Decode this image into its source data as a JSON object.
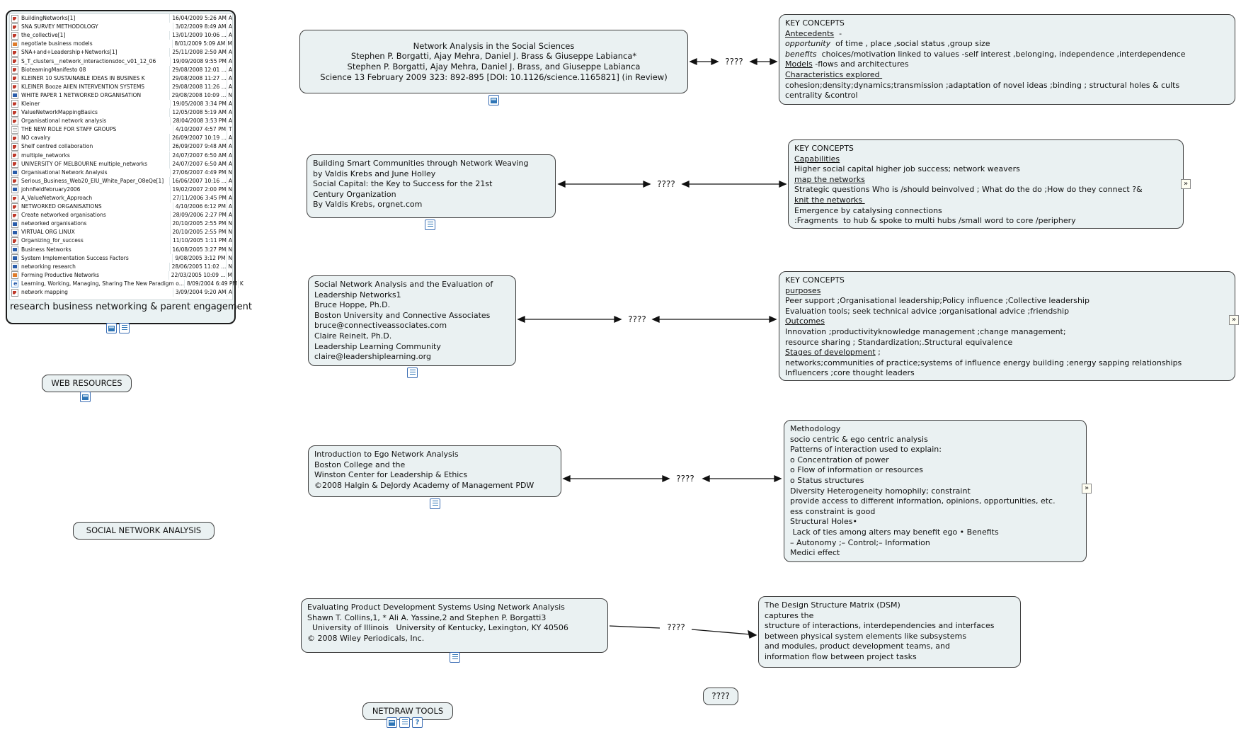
{
  "palette": {
    "node_fill": "#eaf1f2",
    "node_border": "#3d3d3d",
    "arrow": "#111111",
    "resource_blue": "#3c6eb4",
    "jump_bg": "#fffef2"
  },
  "link_label": "????",
  "file_panel": {
    "caption": "research business networking & parent engagement",
    "files": [
      {
        "name": "BuildingNetworks[1]",
        "date": "16/04/2009 5:26 AM",
        "type": "pdf",
        "type_letter": "A"
      },
      {
        "name": "SNA SURVEY METHODOLOGY",
        "date": "3/02/2009 8:49 AM",
        "type": "pdf",
        "type_letter": "A"
      },
      {
        "name": "the_collective[1]",
        "date": "13/01/2009 10:06 ...",
        "type": "pdf",
        "type_letter": "A"
      },
      {
        "name": "negotiate business models",
        "date": "8/01/2009 5:09 AM",
        "type": "olddoc",
        "type_letter": "M"
      },
      {
        "name": "SNA+and+Leadership+Networks[1]",
        "date": "25/11/2008 2:50 AM",
        "type": "pdf",
        "type_letter": "A"
      },
      {
        "name": "S_T_clusters__network_interactionsdoc_v01_12_06",
        "date": "19/09/2008 9:55 PM",
        "type": "pdf",
        "type_letter": "A"
      },
      {
        "name": "BioteamingManifesto 08",
        "date": "29/08/2008 12:01 ...",
        "type": "pdf",
        "type_letter": "A"
      },
      {
        "name": "KLEINER 10 SUSTAINABLE IDEAS IN BUSINES K",
        "date": "29/08/2008 11:27 ...",
        "type": "pdf",
        "type_letter": "A"
      },
      {
        "name": "KLEINER Booze AllEN INTERVENTION SYSTEMS",
        "date": "29/08/2008 11:26 ...",
        "type": "pdf",
        "type_letter": "A"
      },
      {
        "name": "WHITE PAPER 1 NETWORKED ORGANISATION",
        "date": "29/08/2008 10:09 ...",
        "type": "doc",
        "type_letter": "N"
      },
      {
        "name": "Kleiner",
        "date": "19/05/2008 3:34 PM",
        "type": "pdf",
        "type_letter": "A"
      },
      {
        "name": "ValueNetworkMappingBasics",
        "date": "12/05/2008 5:19 AM",
        "type": "pdf",
        "type_letter": "A"
      },
      {
        "name": "Organisational network analysis",
        "date": "28/04/2008 3:53 PM",
        "type": "pdf",
        "type_letter": "A"
      },
      {
        "name": "THE NEW ROLE FOR STAFF GROUPS",
        "date": "4/10/2007 4:57 PM",
        "type": "txt",
        "type_letter": "T"
      },
      {
        "name": "NO cavalry",
        "date": "26/09/2007 10:19 ...",
        "type": "pdf",
        "type_letter": "A"
      },
      {
        "name": "Shelf centred collaboration",
        "date": "26/09/2007 9:48 AM",
        "type": "pdf",
        "type_letter": "A"
      },
      {
        "name": "multiple_networks",
        "date": "24/07/2007 6:50 AM",
        "type": "pdf",
        "type_letter": "A"
      },
      {
        "name": "UNIVERSITY OF MELBOURNE multiple_networks",
        "date": "24/07/2007 6:50 AM",
        "type": "pdf",
        "type_letter": "A"
      },
      {
        "name": "Organisational Network Analysis",
        "date": "27/06/2007 4:49 PM",
        "type": "doc",
        "type_letter": "N"
      },
      {
        "name": "Serious_Business_Web20_EIU_White_Paper_O8eQe[1]",
        "date": "16/06/2007 10:16 ...",
        "type": "pdf",
        "type_letter": "A"
      },
      {
        "name": "johnfieldfebruary2006",
        "date": "19/02/2007 2:00 PM",
        "type": "doc",
        "type_letter": "N"
      },
      {
        "name": "A_ValueNetwork_Approach",
        "date": "27/11/2006 3:45 PM",
        "type": "pdf",
        "type_letter": "A"
      },
      {
        "name": "NETWORKED ORGANISATIONS",
        "date": "4/10/2006 6:12 PM",
        "type": "pdf",
        "type_letter": "A"
      },
      {
        "name": "Create networked organisations",
        "date": "28/09/2006 2:27 PM",
        "type": "pdf",
        "type_letter": "A"
      },
      {
        "name": "networked organisations",
        "date": "20/10/2005 2:55 PM",
        "type": "doc",
        "type_letter": "N"
      },
      {
        "name": "VIRTUAL ORG LINUX",
        "date": "20/10/2005 2:55 PM",
        "type": "doc",
        "type_letter": "N"
      },
      {
        "name": "Organizing_for_success",
        "date": "11/10/2005 1:11 PM",
        "type": "pdf",
        "type_letter": "A"
      },
      {
        "name": "Business Networks",
        "date": "16/08/2005 3:27 PM",
        "type": "doc",
        "type_letter": "N"
      },
      {
        "name": "System Implementation Success Factors",
        "date": "9/08/2005 3:12 PM",
        "type": "doc",
        "type_letter": "N"
      },
      {
        "name": "networking research",
        "date": "28/06/2005 11:02 ...",
        "type": "doc",
        "type_letter": "N"
      },
      {
        "name": "Forming Productive Networks",
        "date": "22/03/2005 10:09 ...",
        "type": "olddoc",
        "type_letter": "M"
      },
      {
        "name": "Learning, Working, Managing, Sharing The New Paradigm o...",
        "date": "8/09/2004 6:49 PM",
        "type": "html",
        "type_letter": "K"
      },
      {
        "name": "network mapping",
        "date": "3/09/2004 9:20 AM",
        "type": "pdf",
        "type_letter": "A"
      }
    ]
  },
  "nodes": {
    "article1": {
      "lines": [
        "Network Analysis in the Social Sciences",
        "Stephen P. Borgatti, Ajay Mehra, Daniel J. Brass & Giuseppe Labianca*",
        "Stephen P. Borgatti, Ajay Mehra, Daniel J. Brass, and Giuseppe Labianca",
        "Science 13 February 2009 323: 892-895 [DOI: 10.1126/science.1165821] (in Review)"
      ]
    },
    "kc1": {
      "lines": [
        "KEY CONCEPTS",
        [
          {
            "t": "Antecedents",
            "s": "u"
          },
          {
            "t": "  -"
          }
        ],
        [
          {
            "t": "opportunity",
            "s": "i"
          },
          {
            "t": "  of time , place ,social status ,group size"
          }
        ],
        [
          {
            "t": "benefits",
            "s": "i"
          },
          {
            "t": "  choices/motivation linked to values -self interest ,belonging, independence ,interdependence"
          }
        ],
        [
          {
            "t": "Models",
            "s": "u"
          },
          {
            "t": " -flows and architectures"
          }
        ],
        [
          {
            "t": "Characteristics explored ",
            "s": "u"
          }
        ],
        "cohesion;density;dynamics;transmission ;adaptation of novel ideas ;binding ; structural holes & cults",
        "centrality &control"
      ]
    },
    "article2": {
      "lines": [
        "Building Smart Communities through Network Weaving",
        "by Valdis Krebs and June Holley",
        "Social Capital: the Key to Success for the 21st",
        "Century Organization",
        "By Valdis Krebs, orgnet.com"
      ]
    },
    "kc2": {
      "lines": [
        "KEY CONCEPTS",
        [
          {
            "t": "Capabilities",
            "s": "u"
          }
        ],
        "Higher social capital higher job success; network weavers",
        [
          {
            "t": "map the networks",
            "s": "u"
          }
        ],
        "Strategic questions Who is /should beinvolved ; What do the do ;How do they connect ?&",
        [
          {
            "t": "knit the networks ",
            "s": "u"
          }
        ],
        "Emergence by catalysing connections",
        ":Fragments  to hub & spoke to multi hubs /small word to core /periphery"
      ]
    },
    "article3": {
      "lines": [
        "Social Network Analysis and the Evaluation of",
        "Leadership Networks1",
        "Bruce Hoppe, Ph.D.",
        "Boston University and Connective Associates",
        "bruce@connectiveassociates.com",
        "Claire Reinelt, Ph.D.",
        "Leadership Learning Community",
        "claire@leadershiplearning.org"
      ]
    },
    "kc3": {
      "lines": [
        "KEY CONCEPTS",
        [
          {
            "t": "purposes",
            "s": "u"
          }
        ],
        "Peer support ;Organisational leadership;Policy influence ;Collective leadership",
        "Evaluation tools; seek technical advice ;organisational advice ;friendship",
        [
          {
            "t": "Outcomes",
            "s": "u"
          }
        ],
        "Innovation ;productivityknowledge management ;change management;",
        "resource sharing ; Standardization;.Structural equivalence",
        [
          {
            "t": "Stages of development",
            "s": "u"
          },
          {
            "t": " ;"
          }
        ],
        "networks;communities of practice;systems of influence energy building ;energy sapping relationships",
        "Influencers ;core thought leaders"
      ]
    },
    "ego": {
      "lines": [
        "Introduction to Ego Network Analysis",
        "Boston College and the",
        "Winston Center for Leadership & Ethics",
        "©2008 Halgin & DeJordy Academy of Management PDW"
      ]
    },
    "methodology": {
      "lines": [
        "Methodology",
        "socio centric & ego centric analysis",
        "Patterns of interaction used to explain:",
        "o Concentration of power",
        "o Flow of information or resources",
        "o Status structures",
        "Diversity Heterogeneity homophily; constraint",
        "provide access to different information, opinions, opportunities, etc.",
        "ess constraint is good",
        "Structural Holes•",
        " Lack of ties among alters may benefit ego • Benefits",
        "– Autonomy ;– Control;– Information",
        "Medici effect"
      ]
    },
    "product_dev": {
      "lines": [
        "Evaluating Product Development Systems Using Network Analysis",
        "Shawn T. Collins,1, * Ali A. Yassine,2 and Stephen P. Borgatti3",
        "  University of Illinois   University of Kentucky, Lexington, KY 40506",
        "© 2008 Wiley Periodicals, Inc."
      ]
    },
    "dsm": {
      "lines": [
        "The Design Structure Matrix (DSM)",
        "captures the",
        "structure of interactions, interdependencies and interfaces",
        "between physical system elements like subsystems",
        "and modules, product development teams, and",
        "information flow between project tasks"
      ]
    },
    "web_resources": {
      "label": "WEB RESOURCES"
    },
    "sna": {
      "label": "SOCIAL NETWORK ANALYSIS"
    },
    "netdraw": {
      "label": "NETDRAW TOOLS"
    },
    "unnamed": {
      "label": "????"
    }
  },
  "icons": {
    "image_resource": "picture-resource-icon",
    "document_resource": "document-resource-icon",
    "question_resource": "help-resource-icon",
    "jump_glyph": "»"
  }
}
